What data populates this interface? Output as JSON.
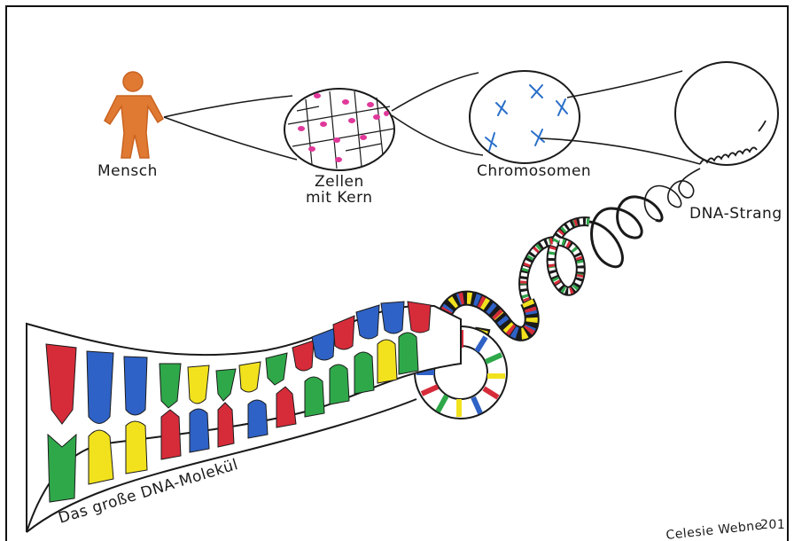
{
  "labels": {
    "mensch": "Mensch",
    "zellen_line1": "Zellen",
    "zellen_line2": "mit Kern",
    "chromosomen": "Chromosomen",
    "dna_strang": "DNA-Strang",
    "dna_molekuel": "Das große DNA-Molekül",
    "signature": "Celesie Webne",
    "year": "201"
  },
  "colors": {
    "human": "#e07a32",
    "nucleus": "#e0389a",
    "chromosome": "#2a6fc9",
    "outline": "#1a1a1a",
    "base_red": "#d62c3a",
    "base_blue": "#2f62c6",
    "base_green": "#2fa84a",
    "base_yellow": "#f2e21e"
  },
  "icons": [
    "human-figure-icon",
    "cell-circle-icon",
    "chromosome-circle-icon",
    "dna-strand-circle-icon"
  ]
}
